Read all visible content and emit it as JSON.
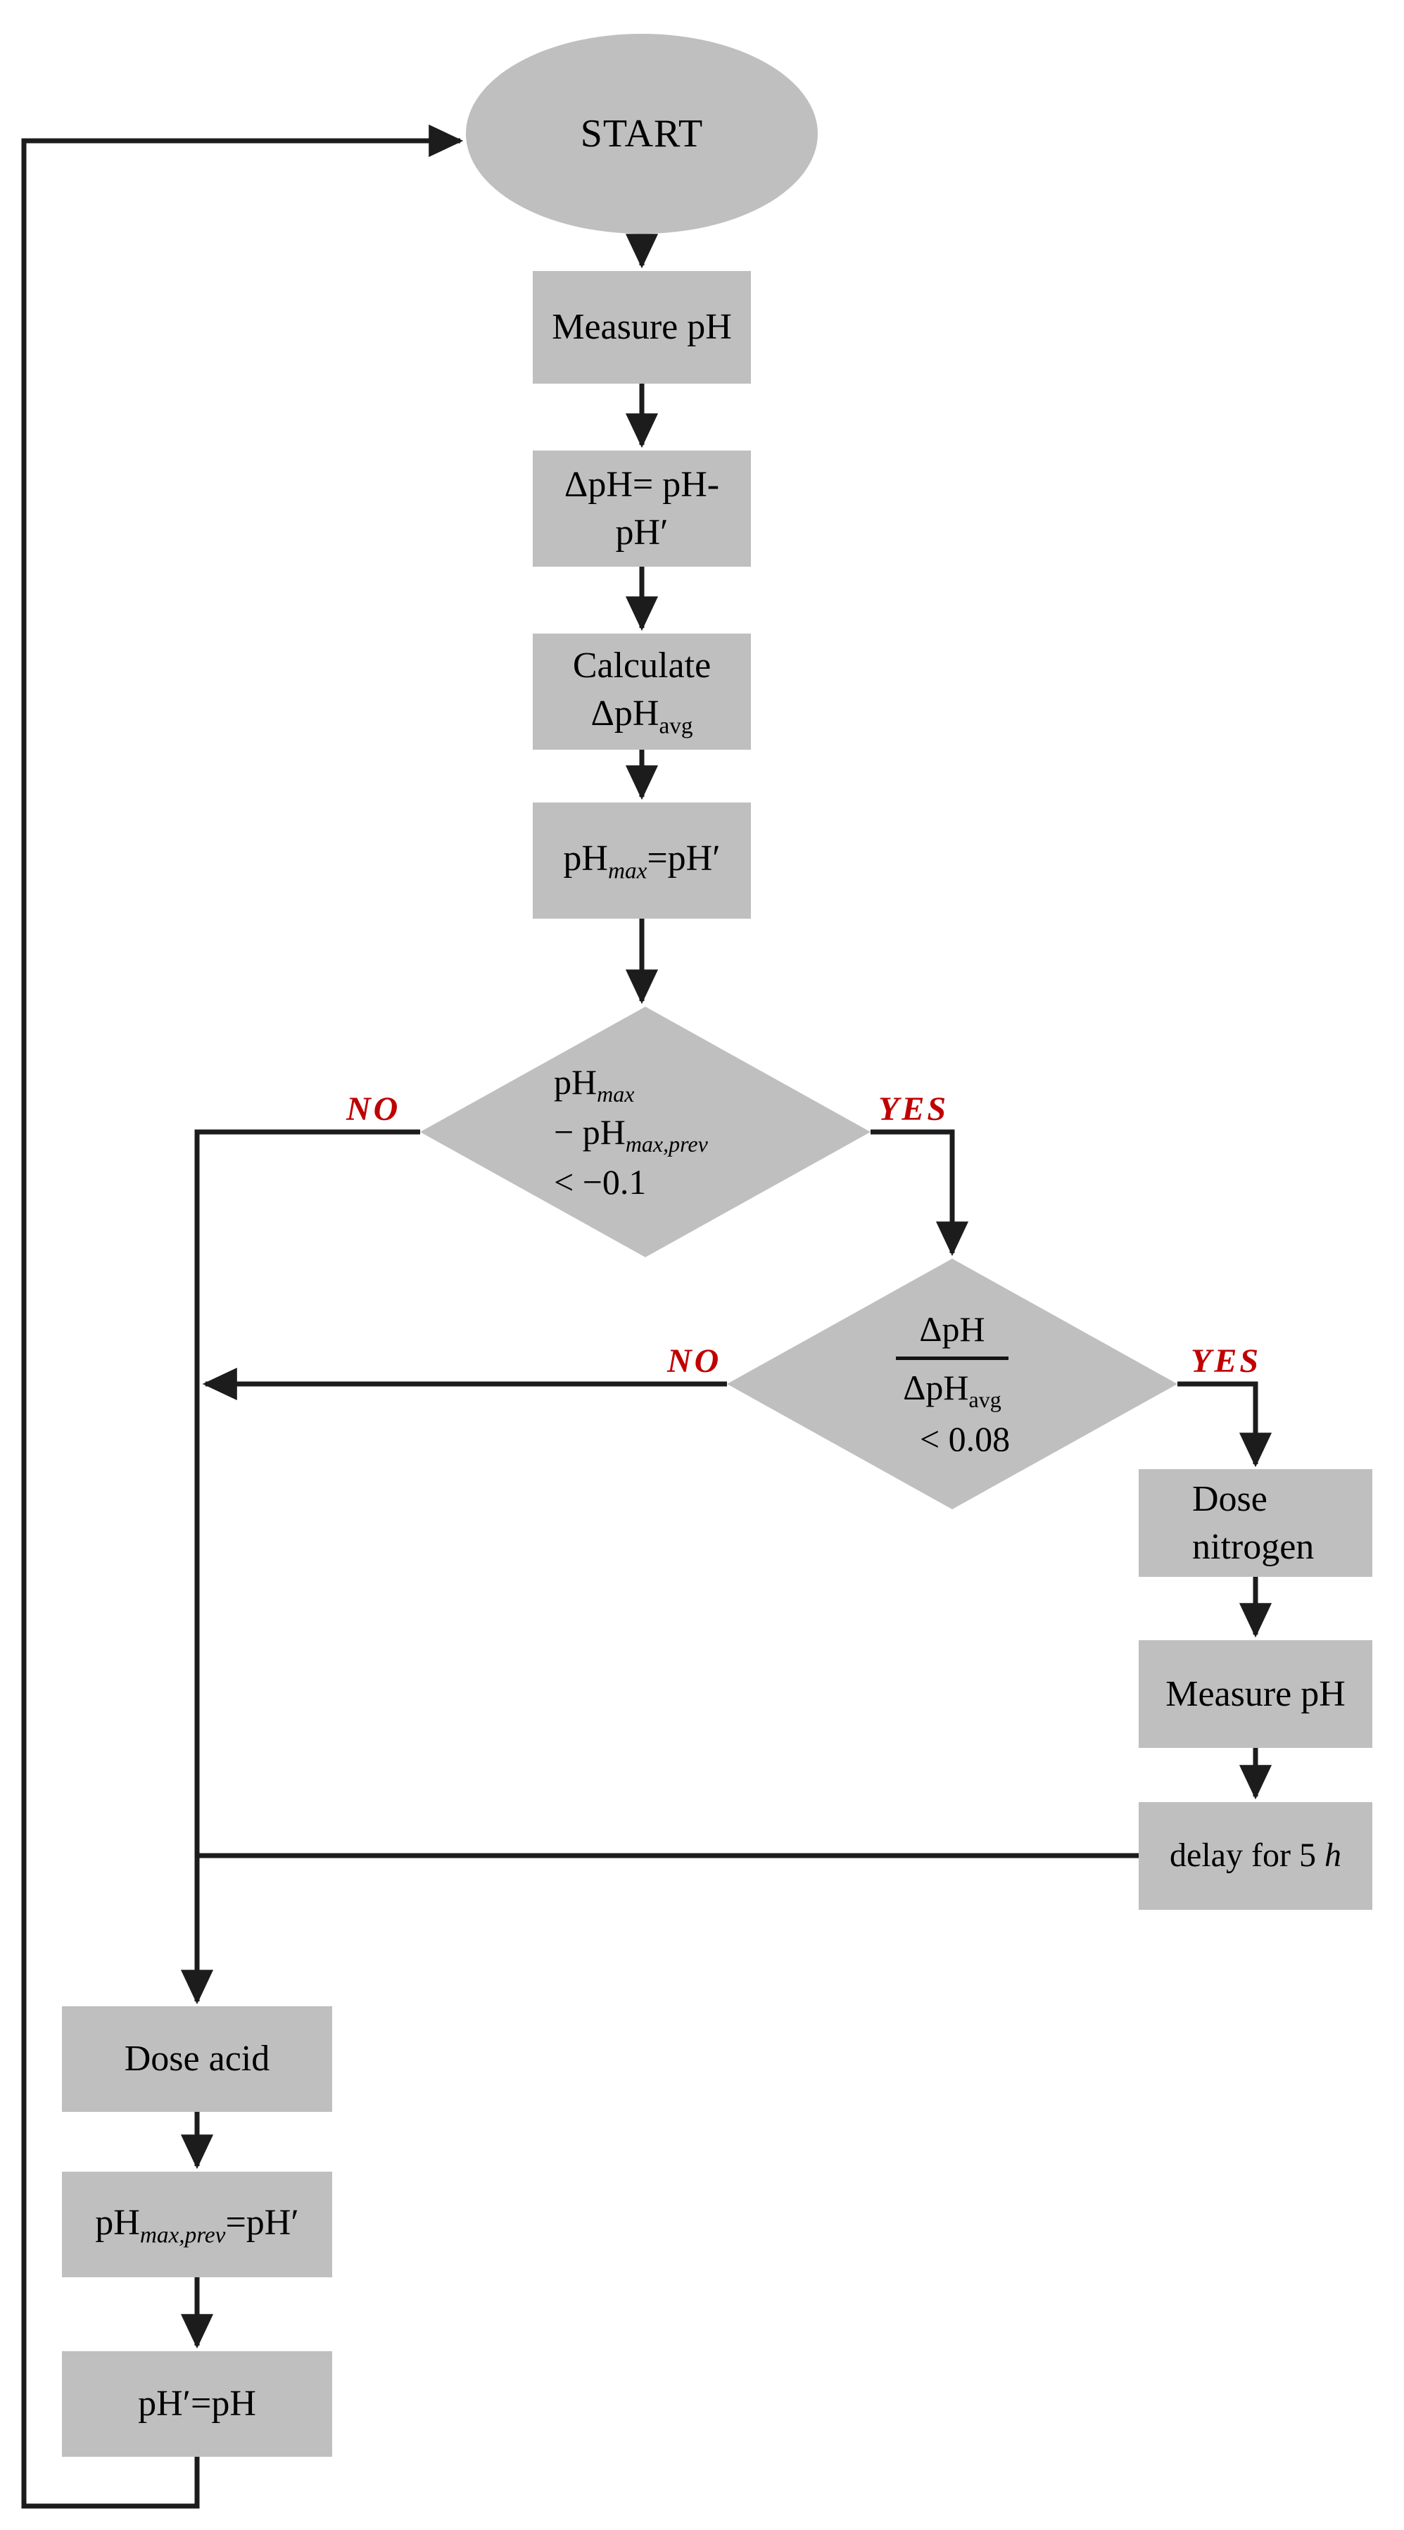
{
  "colors": {
    "node_fill": "#bfbfbf",
    "line": "#1c1c1c",
    "edge_label": "#c00000",
    "text": "#000000",
    "background": "#ffffff"
  },
  "nodes": {
    "start": {
      "label": "START"
    },
    "measure_ph_top": {
      "label": "Measure pH"
    },
    "delta_ph_calc": {
      "line1": "ΔpH= pH-",
      "line2": "pH′"
    },
    "calc_avg": {
      "line1": "Calculate",
      "base": "ΔpH",
      "sub": "avg"
    },
    "ph_max_update": {
      "base": "pH",
      "sub": "max",
      "rest": "=pH′"
    },
    "decision_ph_max": {
      "l1_base": "pH",
      "l1_sub": "max",
      "l2_pre": "− pH",
      "l2_sub": "max,prev",
      "l3": "< −0.1"
    },
    "decision_ratio": {
      "num": "ΔpH",
      "den_base": "ΔpH",
      "den_sub": "avg",
      "cond": "< 0.08"
    },
    "dose_nitrogen": {
      "line1": "Dose",
      "line2": "nitrogen"
    },
    "measure_ph_right": {
      "label": "Measure pH"
    },
    "delay": {
      "pre": "delay for 5 ",
      "unit": "h"
    },
    "dose_acid": {
      "label": "Dose acid"
    },
    "ph_max_prev_update": {
      "base": "pH",
      "sub": "max,prev",
      "rest": "=pH′"
    },
    "ph_prime_update": {
      "label": "pH′=pH"
    }
  },
  "edge_labels": {
    "d1_no": "NO",
    "d1_yes": "YES",
    "d2_no": "NO",
    "d2_yes": "YES"
  }
}
